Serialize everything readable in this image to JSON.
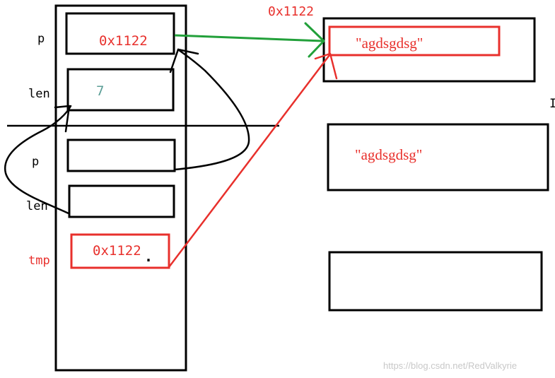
{
  "stack": {
    "labels": {
      "p_top": "p",
      "len_top": "len",
      "p_bottom": "p",
      "len_bottom": "len",
      "tmp": "tmp"
    },
    "values": {
      "p_top": "0x1122",
      "len_top": "7",
      "tmp": "0x1122",
      "tmp_cursor": "."
    }
  },
  "heap": {
    "address_label": "0x1122",
    "string_top": "\"agdsgdsg\"",
    "string_middle": "\"agdsgdsg\"",
    "side_marker": "I"
  },
  "watermark": "https://blog.csdn.net/RedValkyrie",
  "colors": {
    "black": "#000000",
    "red": "#e8302c",
    "green": "#22a03a",
    "teal": "#5b9e96",
    "watermark": "#c8c8c8"
  }
}
